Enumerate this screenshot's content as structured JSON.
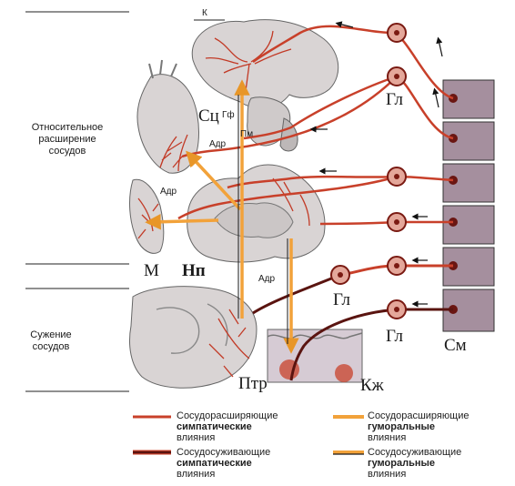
{
  "side_labels": {
    "dilation": [
      "Относительное",
      "расширение",
      "сосудов"
    ],
    "constriction": [
      "Сужение",
      "сосудов"
    ]
  },
  "structure_labels": {
    "cortex": "К",
    "heart": "Сц",
    "hypothalamus": "Гф",
    "pituitary": "Пм",
    "adrenaline_1": "Адр",
    "adrenaline_2": "Адр",
    "adrenaline_3": "Адр",
    "muscle": "М",
    "kidney": "Нп",
    "ganglion_1": "Гл",
    "ganglion_2": "Гл",
    "ganglion_3": "Гл",
    "spinal_cord": "См",
    "gut": "Птр",
    "skin": "Кж"
  },
  "legend": [
    {
      "line1": "Сосудорасширяющие",
      "line2": "симпатические",
      "line3": "влияния",
      "color": "#c8402a",
      "edge": "#c8402a"
    },
    {
      "line1": "Сосудосуживающие",
      "line2": "симпатические",
      "line3": "влияния",
      "color": "#6e1a14",
      "edge": "#c8402a"
    },
    {
      "line1": "Сосудорасширяющие",
      "line2": "гуморальные",
      "line3": "влияния",
      "color": "#f2a23a",
      "edge": "#f2a23a"
    },
    {
      "line1": "Сосудосуживающие",
      "line2": "гуморальные",
      "line3": "влияния",
      "color": "#f2a23a",
      "edge": "#1a1a1a"
    }
  ],
  "colors": {
    "sympathetic": "#c8402a",
    "constrictor": "#5a1410",
    "humoral": "#f2a23a",
    "tissue": "#d7d2d2",
    "cord": "#a58f9e"
  }
}
